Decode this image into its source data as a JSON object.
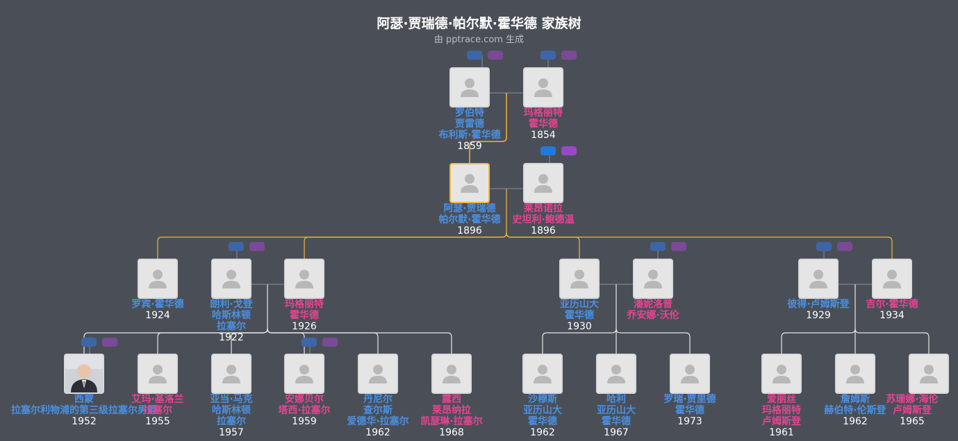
{
  "header": {
    "title": "阿瑟·贾瑞德·帕尔默·霍华德 家族树",
    "subtitle": "由 pptrace.com 生成"
  },
  "colors": {
    "background": "#4a4f57",
    "male": "#4a90e2",
    "female": "#e84393",
    "focus_border": "#f2b73a",
    "ancestor_line": "#f2b73a",
    "descendant_line": "#e6e6e6"
  },
  "people": {
    "robert": {
      "n1": "罗伯特",
      "n2": "贾雷德",
      "n3": "布利斯·霍华德",
      "year": "1859",
      "gender": "m"
    },
    "margaret_g": {
      "n1": "玛格丽特",
      "n2": "霍华德",
      "n3": "",
      "year": "1854",
      "gender": "f"
    },
    "arthur": {
      "n1": "阿瑟·贾瑞德",
      "n2": "帕尔默·霍华德",
      "n3": "",
      "year": "1896",
      "gender": "m"
    },
    "leonora": {
      "n1": "莱昂诺拉",
      "n2": "史坦利·鲍德温",
      "n3": "",
      "year": "1896",
      "gender": "f"
    },
    "robin": {
      "n1": "罗宾·霍华德",
      "n2": "",
      "n3": "",
      "year": "1924",
      "gender": "m"
    },
    "langley": {
      "n1": "朗利·戈登",
      "n2": "哈斯林顿",
      "n3": "拉塞尔",
      "year": "1922",
      "gender": "m"
    },
    "margaret": {
      "n1": "玛格丽特",
      "n2": "霍华德",
      "n3": "",
      "year": "1926",
      "gender": "f"
    },
    "alexander": {
      "n1": "亚历山大",
      "n2": "霍华德",
      "n3": "",
      "year": "1930",
      "gender": "m"
    },
    "pannylop": {
      "n1": "潘妮洛普",
      "n2": "乔安娜·沃伦",
      "n3": "",
      "year": "",
      "gender": "f"
    },
    "peter": {
      "n1": "彼得·卢姆斯登",
      "n2": "",
      "n3": "",
      "year": "1929",
      "gender": "m"
    },
    "jill": {
      "n1": "吉尔·霍华德",
      "n2": "",
      "n3": "",
      "year": "1934",
      "gender": "f"
    },
    "simon": {
      "n1": "西蒙",
      "n2": "拉塞尔利物浦的第三级拉塞尔男爵",
      "n3": "",
      "year": "1952",
      "gender": "m"
    },
    "emma": {
      "n1": "艾玛·基洛兰",
      "n2": "拉塞尔",
      "n3": "",
      "year": "1955",
      "gender": "f"
    },
    "adam": {
      "n1": "亚当·马克",
      "n2": "哈斯林顿",
      "n3": "拉塞尔",
      "year": "1957",
      "gender": "m"
    },
    "annabel": {
      "n1": "安娜贝尔",
      "n2": "塔西·拉塞尔",
      "n3": "",
      "year": "1959",
      "gender": "f"
    },
    "daniel": {
      "n1": "丹尼尔",
      "n2": "查尔斯",
      "n3": "爱德华·拉塞尔",
      "year": "1962",
      "gender": "m"
    },
    "lucy": {
      "n1": "露西",
      "n2": "莱昂纳拉",
      "n3": "凯瑟琳·拉塞尔",
      "year": "1968",
      "gender": "f"
    },
    "sharmus": {
      "n1": "沙穆斯",
      "n2": "亚历山大",
      "n3": "霍华德",
      "year": "1962",
      "gender": "m"
    },
    "harry": {
      "n1": "哈利",
      "n2": "亚历山大",
      "n3": "霍华德",
      "year": "1967",
      "gender": "m"
    },
    "rory": {
      "n1": "罗瑞·贾里德",
      "n2": "霍华德",
      "n3": "",
      "year": "1973",
      "gender": "m"
    },
    "alice": {
      "n1": "爱丽丝",
      "n2": "玛格丽特",
      "n3": "卢姆斯登",
      "year": "1961",
      "gender": "f"
    },
    "james": {
      "n1": "詹姆斯",
      "n2": "赫伯特·伦斯登",
      "n3": "",
      "year": "1962",
      "gender": "m"
    },
    "susanna": {
      "n1": "苏珊娜·海伦",
      "n2": "卢姆斯登",
      "n3": "",
      "year": "1965",
      "gender": "f"
    }
  }
}
